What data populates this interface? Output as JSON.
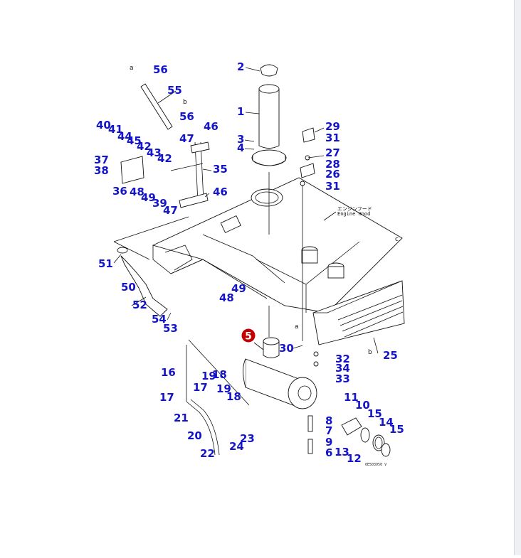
{
  "diagram": {
    "highlight_label": "5",
    "highlight_color": "#c40000",
    "callout_color": "#1414c8",
    "callouts": [
      "1",
      "2",
      "3",
      "4",
      "6",
      "7",
      "8",
      "9",
      "10",
      "11",
      "12",
      "13",
      "14",
      "15",
      "15",
      "16",
      "17",
      "17",
      "18",
      "18",
      "19",
      "19",
      "20",
      "21",
      "22",
      "23",
      "24",
      "25",
      "26",
      "27",
      "28",
      "29",
      "30",
      "31",
      "31",
      "32",
      "33",
      "34",
      "35",
      "36",
      "37",
      "38",
      "39",
      "40",
      "41",
      "42",
      "42",
      "43",
      "44",
      "45",
      "46",
      "46",
      "47",
      "47",
      "48",
      "48",
      "49",
      "49",
      "50",
      "51",
      "52",
      "53",
      "54",
      "55",
      "56",
      "56"
    ],
    "refs": [
      "a",
      "b",
      "a",
      "b",
      "c"
    ],
    "hood_note_jp": "エンジンフード",
    "hood_note_en": "Engine Hood",
    "drawing_number": "0E503950 V"
  }
}
